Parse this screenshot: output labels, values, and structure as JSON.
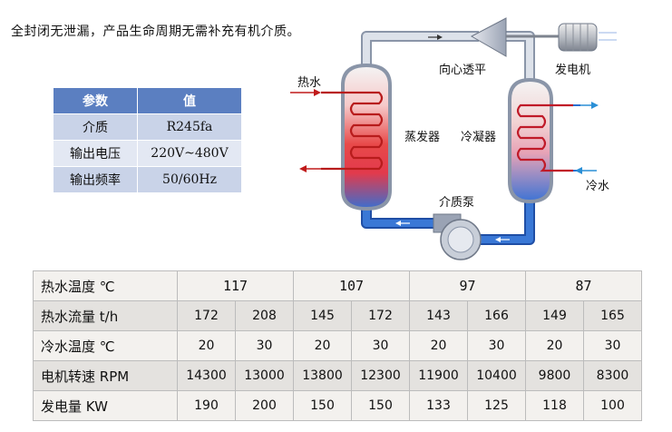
{
  "note": "全封闭无泄漏，产品生命周期无需补充有机介质。",
  "params": {
    "headers": [
      "参数",
      "值"
    ],
    "rows": [
      [
        "介质",
        "R245fa"
      ],
      [
        "输出电压",
        "220V~480V"
      ],
      [
        "输出频率",
        "50/60Hz"
      ]
    ]
  },
  "diagram": {
    "hot_water": "热水",
    "turbine": "向心透平",
    "generator": "发电机",
    "evaporator": "蒸发器",
    "condenser": "冷凝器",
    "pump": "介质泵",
    "cold_water": "冷水",
    "colors": {
      "hot": "#e02020",
      "cold": "#2a6fd0",
      "pipe": "#d8dde6",
      "pipe_edge": "#8a95a8"
    }
  },
  "data_table": {
    "rows": [
      {
        "label": "热水温度 ℃",
        "groups": [
          "117",
          "107",
          "97",
          "87"
        ]
      },
      {
        "label": "热水流量 t/h",
        "values": [
          "172",
          "208",
          "145",
          "172",
          "143",
          "166",
          "149",
          "165"
        ]
      },
      {
        "label": "冷水温度 ℃",
        "values": [
          "20",
          "30",
          "20",
          "30",
          "20",
          "30",
          "20",
          "30"
        ]
      },
      {
        "label": "电机转速 RPM",
        "values": [
          "14300",
          "13000",
          "13800",
          "12300",
          "11900",
          "10400",
          "9800",
          "8300"
        ]
      },
      {
        "label": "发电量 KW",
        "values": [
          "190",
          "200",
          "150",
          "150",
          "133",
          "125",
          "118",
          "100"
        ]
      }
    ]
  }
}
